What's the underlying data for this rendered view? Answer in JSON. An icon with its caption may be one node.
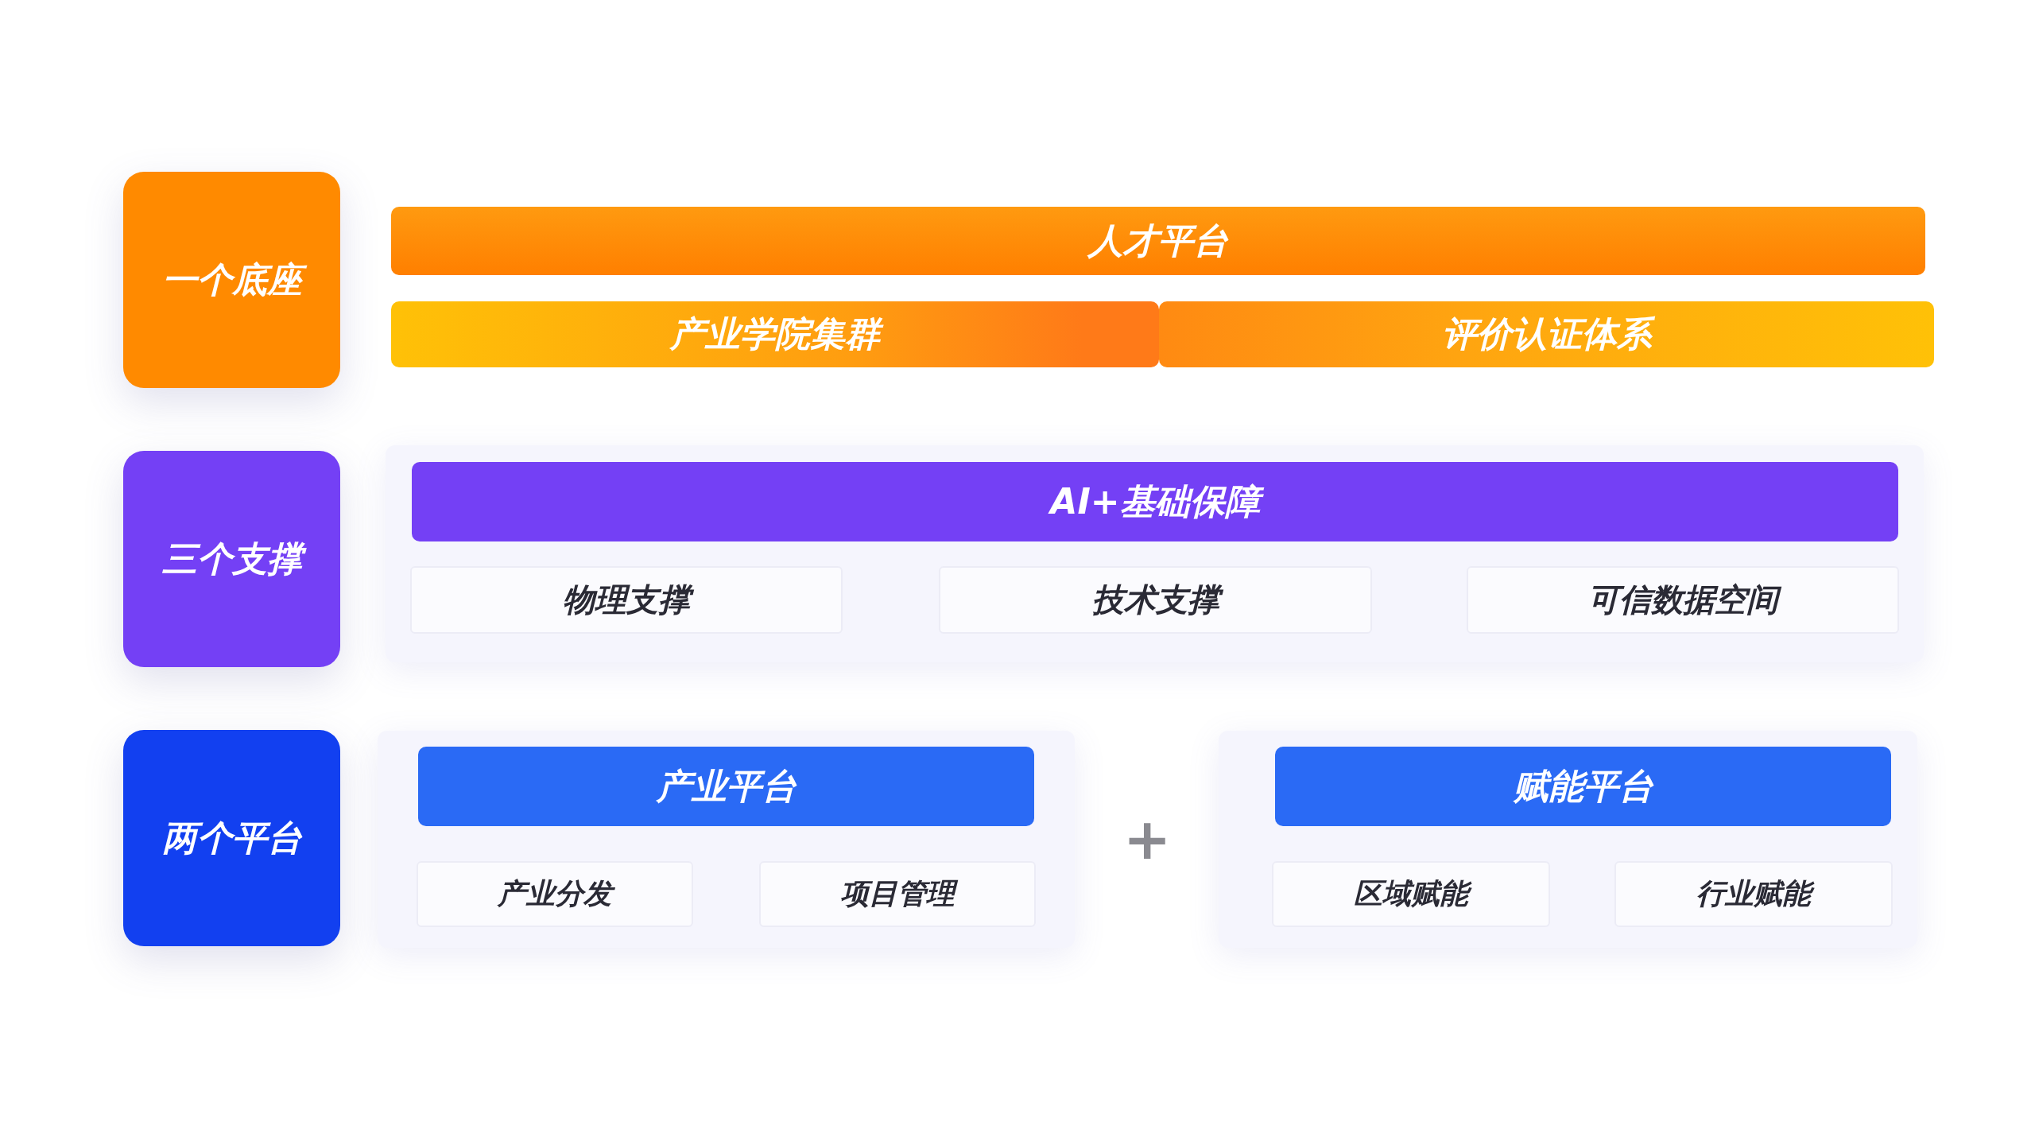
{
  "diagram": {
    "nodes": [
      {
        "text": [
          "一个底座"
        ]
      },
      {
        "text": [
          "人才平台"
        ]
      },
      {
        "text": [
          "产业学院集群"
        ]
      },
      {
        "text": [
          "评价认证体系"
        ]
      },
      {
        "text": [
          "三个支撑"
        ]
      },
      {
        "text": [],
        "shape": "box"
      },
      {
        "text": [
          "AI+基础保障"
        ],
        "in": 5
      },
      {
        "text": [
          "物理支撑"
        ],
        "in": 5
      },
      {
        "text": [
          "技术支撑"
        ],
        "in": 5
      },
      {
        "text": [
          "可信数据空间"
        ],
        "in": 5
      },
      {
        "text": [
          "两个平台"
        ]
      },
      {
        "text": [],
        "shape": "box"
      },
      {
        "text": [
          "产业平台"
        ],
        "in": 11
      },
      {
        "text": [
          "产业分发"
        ],
        "in": 11
      },
      {
        "text": [
          "项目管理"
        ],
        "in": 11
      },
      {
        "text": [],
        "shape": "box"
      },
      {
        "text": [
          "赋能平台"
        ],
        "in": 15
      },
      {
        "text": [
          "区域赋能"
        ],
        "in": 15
      },
      {
        "text": [
          "行业赋能"
        ],
        "in": 15
      }
    ],
    "edges": [],
    "labels": [
      "+"
    ]
  }
}
